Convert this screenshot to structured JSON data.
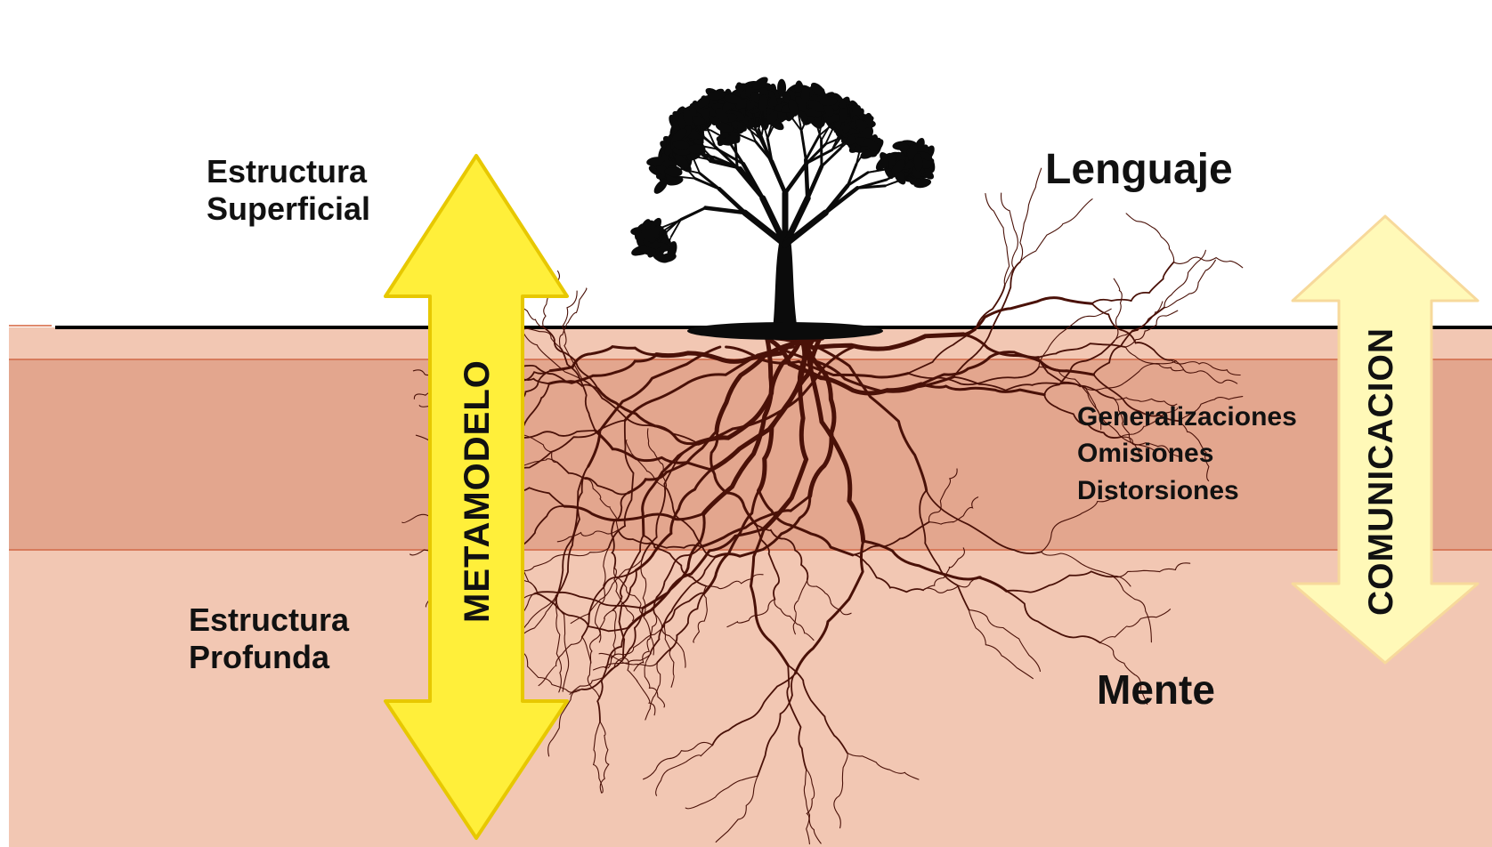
{
  "labels": {
    "surface_line1": "Estructura",
    "surface_line2": "Superficial",
    "deep_line1": "Estructura",
    "deep_line2": "Profunda",
    "top_right": "Lenguaje",
    "bottom_right": "Mente",
    "filters": [
      "Generalizaciones",
      "Omisiones",
      "Distorsiones"
    ],
    "left_arrow": "METAMODELO",
    "right_arrow": "COMUNICACION"
  },
  "colors": {
    "sky": "#ffffff",
    "soil_light": "#f2c7b3",
    "soil_mid": "#e3a68e",
    "soil_line": "#d77b5c",
    "ground_line": "#000000",
    "arrow_fill": "#ffef3a",
    "arrow_stroke": "#e7c800",
    "arrow_faded_fill": "#fff9b8",
    "arrow_faded_stroke": "#f7d99b",
    "tree": "#0b0b0b",
    "roots": "#4a1108"
  },
  "icons": {
    "tree": "tree-icon",
    "roots": "roots-icon",
    "left_arrow": "double-arrow-vertical",
    "right_arrow": "double-arrow-vertical"
  }
}
